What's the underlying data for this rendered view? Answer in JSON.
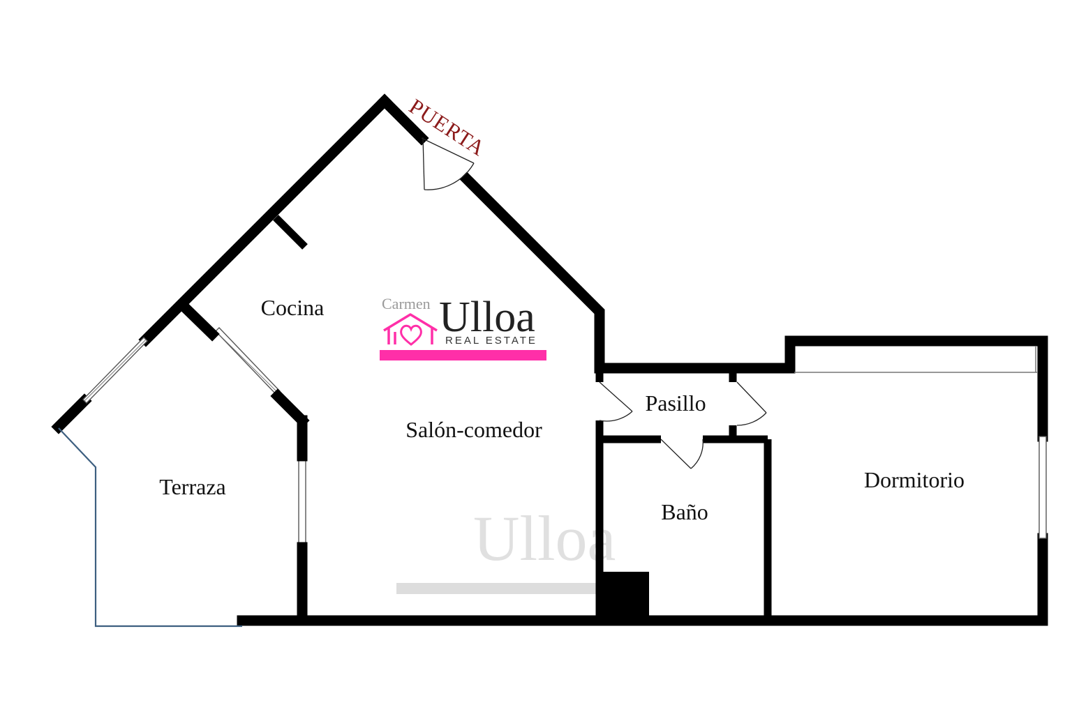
{
  "colors": {
    "walls": "#000000",
    "entry_label": "#8b1a1a",
    "logo_accent": "#ff2fa8",
    "logo_name_gray": "#9a9a9a",
    "watermark": "#e0e0e0",
    "open_edge": "#3d5f80"
  },
  "entrance": {
    "label": "PUERTA"
  },
  "rooms": {
    "cocina": "Cocina",
    "salon": "Salón-comedor",
    "terraza": "Terraza",
    "pasillo": "Pasillo",
    "bano": "Baño",
    "dormitorio": "Dormitorio"
  },
  "logo": {
    "script_name": "Carmen",
    "brand_name": "Ulloa",
    "tagline": "REAL ESTATE",
    "icon": "house-heart-icon"
  },
  "watermark": {
    "text": "Ulloa"
  }
}
